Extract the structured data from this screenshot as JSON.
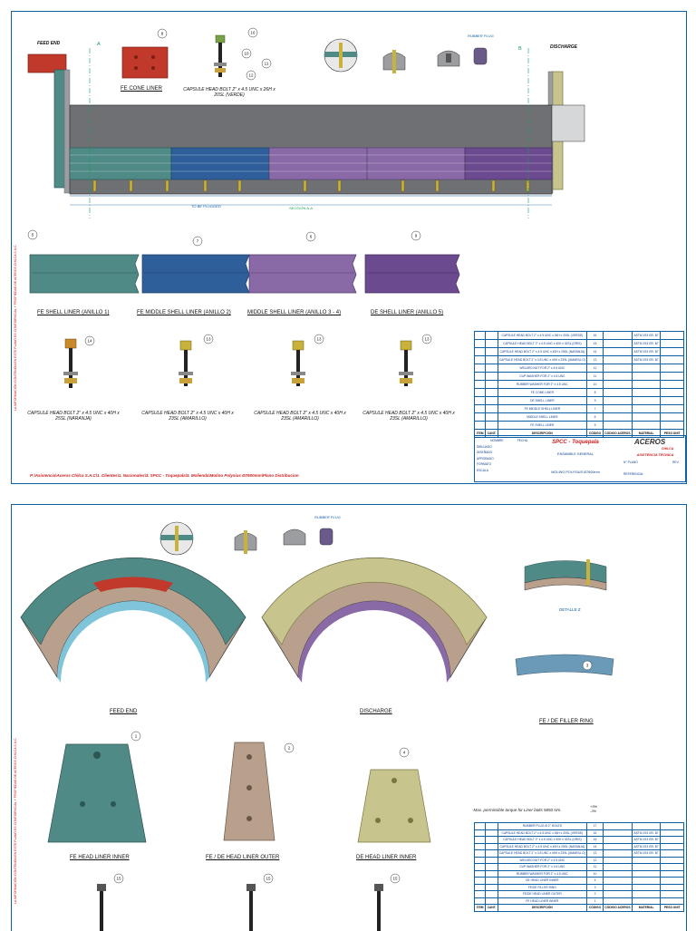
{
  "sheet1": {
    "side_note": "LA INFORMACIÓN CONTENIDA EN ESTE PLANO ES CONFIDENCIAL Y PROPIEDAD DE ACEROS CHILCA S.A.C.",
    "labels": {
      "feed_end": "FEED END",
      "discharge": "DISCHARGE",
      "fe_cone_liner": "FE CONE LINER",
      "capsule_verde": "CAPSULE HEAD BOLT 2\" x 4.5 UNC x 26H x 20SL (VERDE)",
      "rubber_plug": "RUBBER PLUG",
      "section_a": "A",
      "section_b": "B",
      "section_title": "SECCIÓN A-A",
      "to_be_plugged": "TO BE PLUGGED",
      "fe_shell_liner": "FE SHELL LINER (ANILLO 1)",
      "fe_middle_shell": "FE MIDDLE SHELL LINER (ANILLO 2)",
      "middle_shell": "MIDDLE SHELL LINER (ANILLO 3 - 4)",
      "de_shell_liner": "DE SHELL LINER (ANILLO 5)",
      "capsule_naranja": "CAPSULE HEAD BOLT 2\" x 4.5 UNC x 40H x 25SL (NARANJA)",
      "capsule_amarillo_a": "CAPSULE HEAD BOLT 2\" x 4.5 UNC x 40H x 23SL (AMARILLO)",
      "capsule_amarillo_b": "CAPSULE HEAD BOLT 2\" x 4.5 UNC x 40H x 23SL (AMARILLO)",
      "capsule_amarillo_c": "CAPSULE HEAD BOLT 2\" x 4.5 UNC x 40H x 23SL (AMARILLO)"
    },
    "callouts": {
      "cone_liner": "8",
      "verde_bolt_a": "16",
      "verde_bolt_b": "10",
      "verde_bolt_c": "11",
      "verde_bolt_d": "12",
      "fe_shell": "5",
      "fe_middle": "7",
      "middle": "6",
      "de_shell": "9",
      "naranja_a": "14",
      "amarillo1_a": "13",
      "amarillo2_a": "13",
      "amarillo3_a": "13"
    },
    "bom": {
      "rows": [
        [
          "",
          "",
          "CAPSULE HEAD BOLT 2\" x 4.5 UNC x 26H x 20SL (VERDE)",
          "16",
          "",
          "ASTM 193 GR. B7",
          ""
        ],
        [
          "",
          "",
          "CAPSULE HEAD BOLT 2\" x 4.5 UNC x 40H x 32SL (GRIS)",
          "15",
          "",
          "ASTM 193 GR. B7",
          ""
        ],
        [
          "",
          "",
          "CAPSULE HEAD BOLT 2\" x 4.5 UNC x 40H x 25SL (NARANJA)",
          "14",
          "",
          "ASTM 193 GR. B7",
          ""
        ],
        [
          "",
          "",
          "CAPSULE HEAD BOLT 2\" x 4.5 UNC x 40H x 23SL (AMARILLO)",
          "13",
          "",
          "ASTM 193 GR. B7",
          ""
        ],
        [
          "",
          "",
          "WELDED NUT FOR 2\" x 4.5 UNC",
          "12",
          "",
          "",
          ""
        ],
        [
          "",
          "",
          "CUP WASHER FOR 2\" x 4.5 UNC",
          "11",
          "",
          "",
          ""
        ],
        [
          "",
          "",
          "RUBBER WASHER FOR 2\" x 4.5 UNC",
          "10",
          "",
          "",
          ""
        ],
        [
          "",
          "",
          "FE CONE LINER",
          "8",
          "",
          "",
          ""
        ],
        [
          "",
          "",
          "DE SHELL LINER",
          "9",
          "",
          "",
          ""
        ],
        [
          "",
          "",
          "FE MIDDLE SHELL LINER",
          "7",
          "",
          "",
          ""
        ],
        [
          "",
          "",
          "MIDDLE SHELL LINER",
          "6",
          "",
          "",
          ""
        ],
        [
          "",
          "",
          "FE SHELL LINER",
          "5",
          "",
          "",
          ""
        ]
      ],
      "header": [
        "ITEM",
        "CANT.",
        "DESCRIPCIÓN",
        "CÓDIGO",
        "CÓDIGO ACEROS",
        "MATERIAL",
        "PESO UNIT"
      ]
    },
    "title_block": {
      "client": "SPCC - Toquepala",
      "subtitle": "ENSAMBLE GENERAL",
      "description": "MOLINO POLYSIUS Ø7600mm",
      "company": "ACEROS",
      "company_sub": "CHILCA",
      "dept": "ASISTENCIA TÉCNICA",
      "plano_label": "N° PLANO",
      "rev_label": "REV.",
      "referencia_label": "REFERENCIA:",
      "rows_left": [
        "DIBUJADO",
        "DISEÑADO",
        "APROBADO",
        "FORMATO",
        "ESCALA"
      ],
      "nombre_label": "NOMBRE",
      "fecha_label": "FECHA"
    },
    "ref_path": "P:\\Asistencia\\Aceros Chilca S.A.C\\1. Clientes\\1. Nacionales\\3. SPCC - Toquepala\\3. Molienda\\Molino Polysius Ø7600mm\\Plano Distribucion"
  },
  "sheet2": {
    "side_note": "LA INFORMACIÓN CONTENIDA EN ESTE PLANO ES CONFIDENCIAL Y PROPIEDAD DE ACEROS CHILCA S.A.C.",
    "labels": {
      "rubber_plug": "RUBBER PLUG",
      "feed_end": "FEED END",
      "discharge": "DISCHARGE",
      "detalle": "DETALLE Z",
      "filler_ring": "FE / DE FILLER RING",
      "fe_head_inner": "FE HEAD LINER INNER",
      "fe_de_head_outer": "FE / DE HEAD LINER OUTER",
      "de_head_inner": "DE HEAD LINER INNER"
    },
    "callouts": {
      "filler": "3",
      "head_inner": "1",
      "head_outer": "2",
      "de_inner": "4",
      "bolt_a": "15",
      "bolt_b": "15",
      "bolt_c": "15"
    },
    "torque_note": "-Max. permissible torque for Liner bolts 5850 Nm.",
    "torque_tol": "+5% -3%",
    "bom": {
      "rows": [
        [
          "",
          "",
          "RUBBER PLUG Ø 2\" HOLES",
          "17",
          "",
          "",
          ""
        ],
        [
          "",
          "",
          "CAPSULE HEAD BOLT 2\" x 4.5 UNC x 26H x 20SL (VERDE)",
          "16",
          "",
          "ASTM 193 GR. B7",
          ""
        ],
        [
          "",
          "",
          "CAPSULE HEAD BOLT 2\" x 4.5 UNC x 40H x 32SL (GRIS)",
          "15",
          "",
          "ASTM 193 GR. B7",
          ""
        ],
        [
          "",
          "",
          "CAPSULE HEAD BOLT 2\" x 4.5 UNC x 40H x 25SL (NARANJA)",
          "14",
          "",
          "ASTM 193 GR. B7",
          ""
        ],
        [
          "",
          "",
          "CAPSULE HEAD BOLT 2\" x 4.5 UNC x 40H x 23SL (AMARILLO)",
          "13",
          "",
          "ASTM 193 GR. B7",
          ""
        ],
        [
          "",
          "",
          "WELDED NUT FOR 2\" x 4.5 UNC",
          "12",
          "",
          "",
          ""
        ],
        [
          "",
          "",
          "CUP WASHER FOR 2\" x 4.5 UNC",
          "11",
          "",
          "",
          ""
        ],
        [
          "",
          "",
          "RUBBER WASHER FOR 2\" x 4.5 UNC",
          "10",
          "",
          "",
          ""
        ],
        [
          "",
          "",
          "DE HEAD LINER INNER",
          "4",
          "",
          "",
          ""
        ],
        [
          "",
          "",
          "FE/DE FILLER RING",
          "3",
          "",
          "",
          ""
        ],
        [
          "",
          "",
          "FE/DE HEAD LINER OUTER",
          "2",
          "",
          "",
          ""
        ],
        [
          "",
          "",
          "FE HEAD LINER INNER",
          "1",
          "",
          "",
          ""
        ]
      ],
      "header": [
        "ITEM",
        "CANT.",
        "DESCRIPCIÓN",
        "CÓDIGO",
        "CÓDIGO ACEROS",
        "MATERIAL",
        "PESO UNIT"
      ]
    }
  },
  "colors": {
    "frame": "#0b5fa5",
    "cone_red": "#c0392b",
    "teal": "#4f8a86",
    "blue": "#2e5f9a",
    "purple": "#8a6aa6",
    "violet": "#6c4a8f",
    "shell_grey": "#77797c",
    "tan": "#b9a08c",
    "khaki": "#c8c48e",
    "bolt_yellow": "#c9b23a",
    "bolt_orange": "#c88a2a",
    "bolt_green": "#7aa04a"
  }
}
